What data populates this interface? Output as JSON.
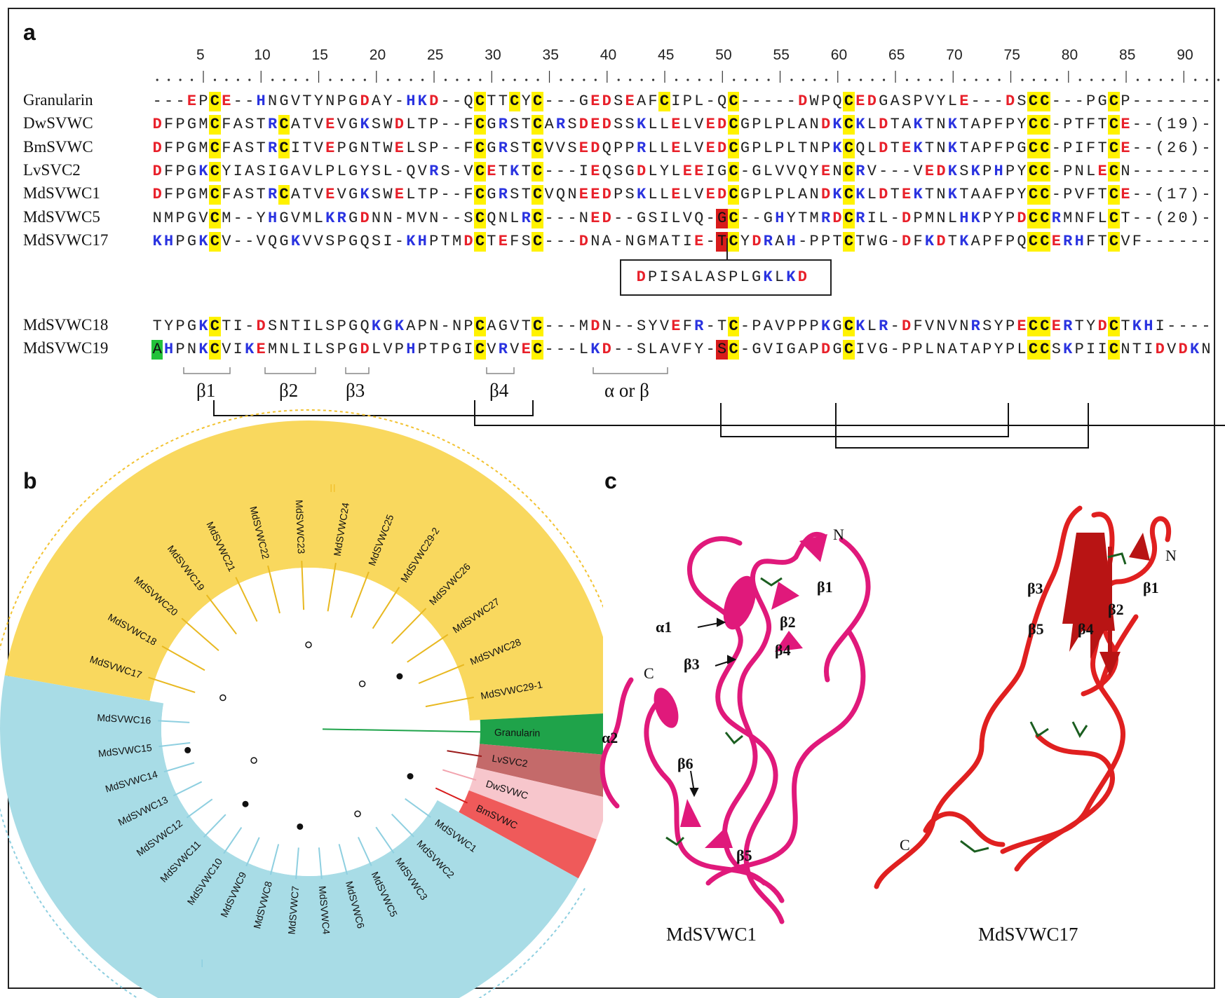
{
  "panels": {
    "a": "a",
    "b": "b",
    "c": "c"
  },
  "ruler": [
    "5",
    "10",
    "15",
    "20",
    "25",
    "30",
    "35",
    "40",
    "45",
    "50",
    "55",
    "60",
    "65",
    "70",
    "75",
    "80",
    "85",
    "90"
  ],
  "alignment_top": [
    {
      "name": "Granularin",
      "seq": "---EPCE--HNGVTYNPGDAY-HKD--QCTTCYC---GEDSEAFCIPL-QC-----DWPQCEDGASPVYLE---DSCC---PGCP-------"
    },
    {
      "name": "DwSVWC",
      "seq": "DFPGMCFASTRCATVEVGKSWDLTP--FCGRSTCARSDEDSSKLLELVEDCGPLPLANDKCKLDTAKTNKTAPFPYCC-PTFTCE--(19)-"
    },
    {
      "name": "BmSVWC",
      "seq": "DFPGMCFASTRCITVEPGNTWELSP--FCGRSTCVVSEDQPPRLLELVEDCGPLPLTNPKCQLDTEKTNKTAPFPGCC-PIFTCE--(26)-"
    },
    {
      "name": "LvSVC2",
      "seq": "DFPGKCYIASIGAVLPLGYSL-QVRS-VCETKTC---IEQSGDLYLEEIGC-GLVVQYENCRV---VEDKSKPHPYCC-PNLECN-------"
    },
    {
      "name": "MdSVWC1",
      "seq": "DFPGMCFASTRCATVEVGKSWELTP--FCGRSTCVQNEEDPSKLLELVEDCGPLPLANDKCKLDTEKTNKTAAFPYCC-PVFTCE--(17)-"
    },
    {
      "name": "MdSVWC5",
      "seq": "NMPGVCM--YHGVMLKRGDNN-MVN--SCQNLRC---NED--GSILVQ-GC--GHYTMRDCRIL-DPMNLHKPYPDCCRMNFLCT--(20)-"
    },
    {
      "name": "MdSVWC17",
      "seq": "KHPGKCV--VQGKVVSPGQSI-KHPTMDCTEFSC---DNA-NGMATIE-TCYDRAH-PPTCTWG-DFKDTKAPFPQCCERHFTCVF------"
    }
  ],
  "insert_seq": "DPISALASPLGKLKD",
  "alignment_bottom": [
    {
      "name": "MdSVWC18",
      "seq": "TYPGKCTI-DSNTILSPGQKGKAPN-NPCAGVTC---MDN--SYVEFR-TC-PAVPPPKGCKLR-DFVNVNRSYPECCERTYDCTKHI----"
    },
    {
      "name": "MdSVWC19",
      "seq": "AHPNKCVIKEMNLILSPGDLVPHPTPGICVRVEC---LKD--SLAVFY-SC-GVIGAPDGCIVG-PPLNATAPYPLCCSKPIICNTIDVDKN"
    }
  ],
  "secondary_structure": [
    "β1",
    "β2",
    "β3",
    "β4",
    "α or β"
  ],
  "tree": {
    "clade_I_label": "I",
    "clade_II_label": "II",
    "clade_II": [
      "MdSVWC17",
      "MdSVWC18",
      "MdSVWC20",
      "MdSVWC19",
      "MdSVWC21",
      "MdSVWC22",
      "MdSVWC23",
      "MdSVWC24",
      "MdSVWC25",
      "MdSVWC29-2",
      "MdSVWC26",
      "MdSVWC27",
      "MdSVWC28",
      "MdSVWC29-1"
    ],
    "outgroup": [
      "Granularin",
      "LvSVC2",
      "DwSVWC",
      "BmSVWC"
    ],
    "clade_I": [
      "MdSVWC1",
      "MdSVWC2",
      "MdSVWC3",
      "MdSVWC5",
      "MdSVWC6",
      "MdSVWC4",
      "MdSVWC7",
      "MdSVWC8",
      "MdSVWC9",
      "MdSVWC10",
      "MdSVWC11",
      "MdSVWC12",
      "MdSVWC13",
      "MdSVWC14",
      "MdSVWC15",
      "MdSVWC16"
    ],
    "colors": {
      "clade_II": "#f9d85e",
      "clade_I": "#a8dce6",
      "granularin": "#1fa34a",
      "lvsvc2": "#c46a6a",
      "dwsvwc": "#f7c6cc",
      "bmsvwc": "#ef5a5a"
    }
  },
  "structures": [
    {
      "caption": "MdSVWC1",
      "labels": [
        "N",
        "β1",
        "β2",
        "α1",
        "β3",
        "β4",
        "C",
        "α2",
        "β6",
        "β5"
      ],
      "color": "#e0197b"
    },
    {
      "caption": "MdSVWC17",
      "labels": [
        "N",
        "β1",
        "β2",
        "β3",
        "β5",
        "β4",
        "C"
      ],
      "color": "#e02020"
    }
  ]
}
